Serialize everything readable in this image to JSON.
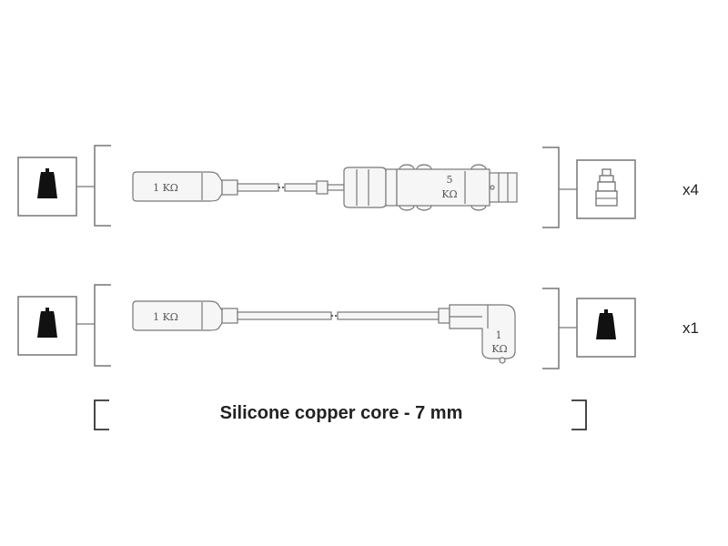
{
  "rows": [
    {
      "left_label": "1 KΩ",
      "right_label_top": "5",
      "right_label_bottom": "KΩ",
      "quantity": "x4"
    },
    {
      "left_label": "1 KΩ",
      "right_label_top": "1",
      "right_label_bottom": "KΩ",
      "quantity": "x1"
    }
  ],
  "footer": {
    "caption": "Silicone copper core - 7 mm"
  },
  "icons": {
    "coil_terminal": "coil-terminal-icon",
    "spark_plug": "spark-plug-icon"
  },
  "colors": {
    "line": "#777777",
    "fill_dark": "#111111",
    "fill_light": "#f6f6f6"
  }
}
